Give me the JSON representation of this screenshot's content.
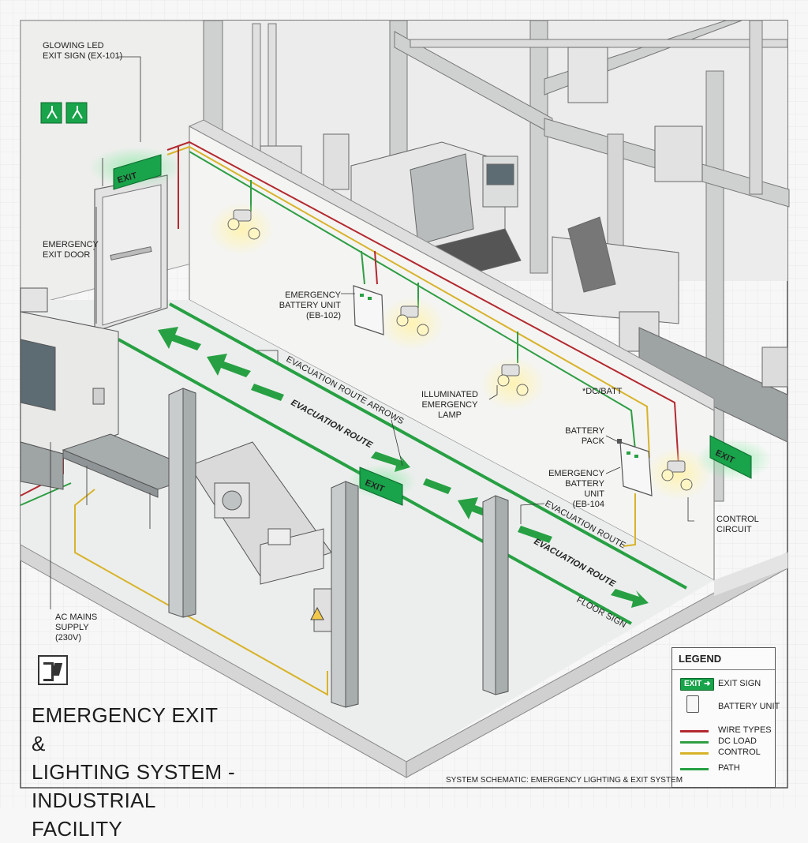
{
  "labels": {
    "exit_sign": "GLOWING LED\nEXIT SIGN (EX-101)",
    "exit_door": "EMERGENCY\nEXIT DOOR",
    "battery_unit_102": "EMERGENCY\nBATTERY UNIT\n(EB-102)",
    "route_arrows": "EVACUATION ROUTE ARROWS",
    "evac_route": "EVACUATION ROUTE",
    "illuminated_lamp": "ILLUMINATED\nEMERGENCY LAMP",
    "dc_batt": "*DC/BATT",
    "battery_pack": "BATTERY\nPACK",
    "battery_unit_104": "EMERGENCY\nBATTERY UNIT\n(EB-104",
    "control_circuit": "CONTROL\nCIRCUIT",
    "evac_route_2": "EVACUATION ROUTE",
    "evac_route_3": "EVACUATION ROUTE",
    "floor_sign": "FLOOR SIGN",
    "ac_mains": "AC MAINS\nSUPPLY\n(230V)"
  },
  "signs": {
    "exit_text": "EXIT"
  },
  "title": {
    "line1": "EMERGENCY EXIT &",
    "line2": "LIGHTING SYSTEM -",
    "line3": "INDUSTRIAL FACILITY"
  },
  "legend": {
    "heading": "LEGEND",
    "exit_chip": "EXIT",
    "exit_sign": "EXIT SIGN",
    "battery_unit": "BATTERY UNIT",
    "wire_types": "WIRE TYPES",
    "dc_load": "DC LOAD",
    "control": "CONTROL",
    "path": "PATH"
  },
  "footer": "SYSTEM SCHEMATIC: EMERGENCY LIGHTING & EXIT SYSTEM",
  "colors": {
    "wire_red": "#b3292e",
    "wire_green": "#2f9e44",
    "wire_yellow": "#d8b32a",
    "path_green": "#27a043",
    "sign_green": "#19a34a",
    "floor": "#eceeed",
    "wall": "#f2f2f1"
  }
}
